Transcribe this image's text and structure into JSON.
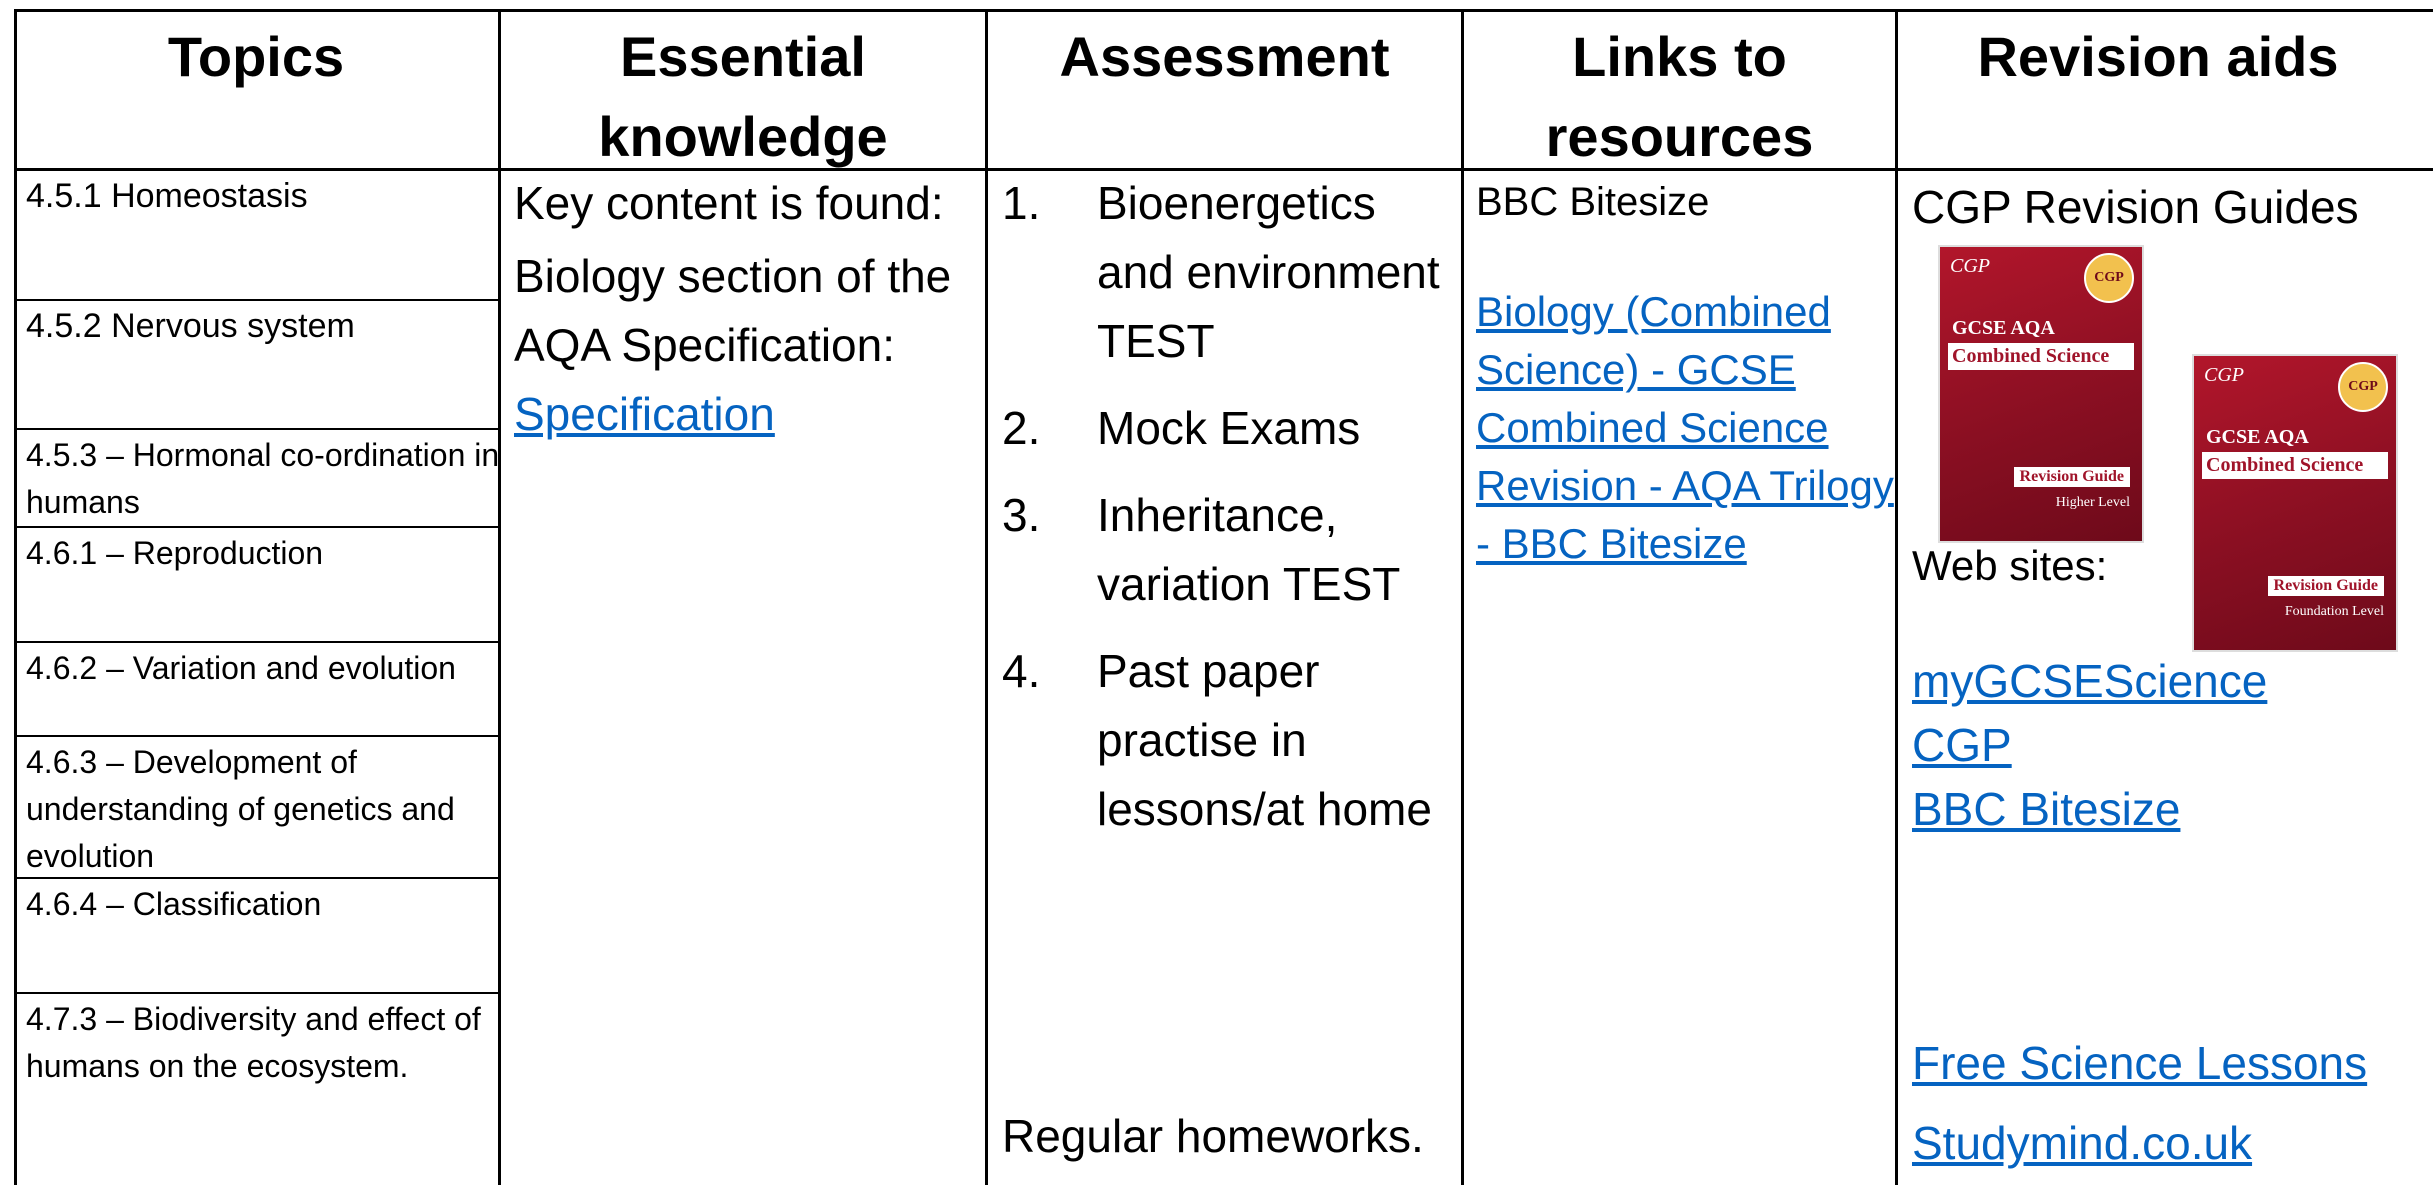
{
  "headers": {
    "topics": "Topics",
    "essential_line1": "Essential",
    "essential_line2": "knowledge",
    "assessment": "Assessment",
    "links_line1": "Links to",
    "links_line2": "resources",
    "revision": "Revision aids"
  },
  "topics": [
    "4.5.1 Homeostasis",
    "4.5.2 Nervous system",
    "4.5.3 – Hormonal co-ordination in humans",
    "4.6.1 – Reproduction",
    "4.6.2 – Variation and evolution",
    "4.6.3 – Development of understanding of genetics and evolution",
    "4.6.4 – Classification",
    "4.7.3 – Biodiversity and effect of humans on the ecosystem."
  ],
  "essential": {
    "line1": "Key content is found:",
    "line2": "Biology section of the AQA Specification:",
    "link": "Specification"
  },
  "assessment": {
    "items": [
      {
        "num": "1.",
        "text": "Bioenergetics and environment TEST"
      },
      {
        "num": "2.",
        "text": "Mock Exams"
      },
      {
        "num": "3.",
        "text": "Inheritance, variation TEST"
      },
      {
        "num": "4.",
        "text": "Past paper practise in lessons/at home"
      }
    ],
    "homework": "Regular homeworks."
  },
  "resources": {
    "title": "BBC Bitesize",
    "link": "Biology (Combined Science) - GCSE Combined Science Revision - AQA Trilogy - BBC Bitesize"
  },
  "revision": {
    "guides_title": "CGP Revision Guides",
    "web_sites": "Web sites:",
    "links": [
      "myGCSEScience",
      "CGP",
      "BBC Bitesize"
    ],
    "links_bottom": [
      "Free Science Lessons",
      "Studymind.co.uk"
    ],
    "book_higher": {
      "brand": "CGP",
      "logo": "CGP",
      "line1": "GCSE AQA",
      "line2": "Combined Science",
      "badge": "Revision Guide",
      "level": "Higher Level"
    },
    "book_foundation": {
      "brand": "CGP",
      "logo": "CGP",
      "line1": "GCSE AQA",
      "line2": "Combined Science",
      "badge": "Revision Guide",
      "level": "Foundation Level"
    }
  },
  "colors": {
    "link": "#0563c1",
    "book": "#a0142a"
  }
}
